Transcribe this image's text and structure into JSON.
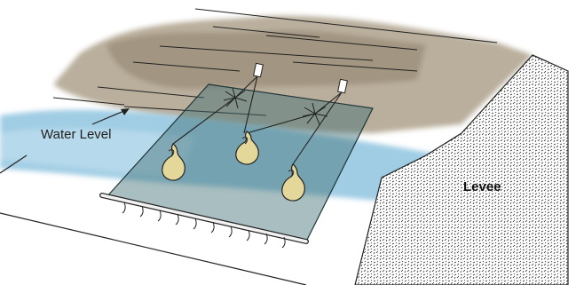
{
  "labels": {
    "water_level": "Water Level",
    "levee": "Levee"
  },
  "colors": {
    "water": "#b9dcec",
    "water_deep": "#8fc4df",
    "silt": "#b3a692",
    "tarp": "#3f6f74",
    "bag": "#e3d89a",
    "levee_texture": "#2a2a2a",
    "outline": "#222222"
  },
  "components": {
    "tarp_count": 1,
    "sandbag_count": 3,
    "stake_count": 2
  }
}
